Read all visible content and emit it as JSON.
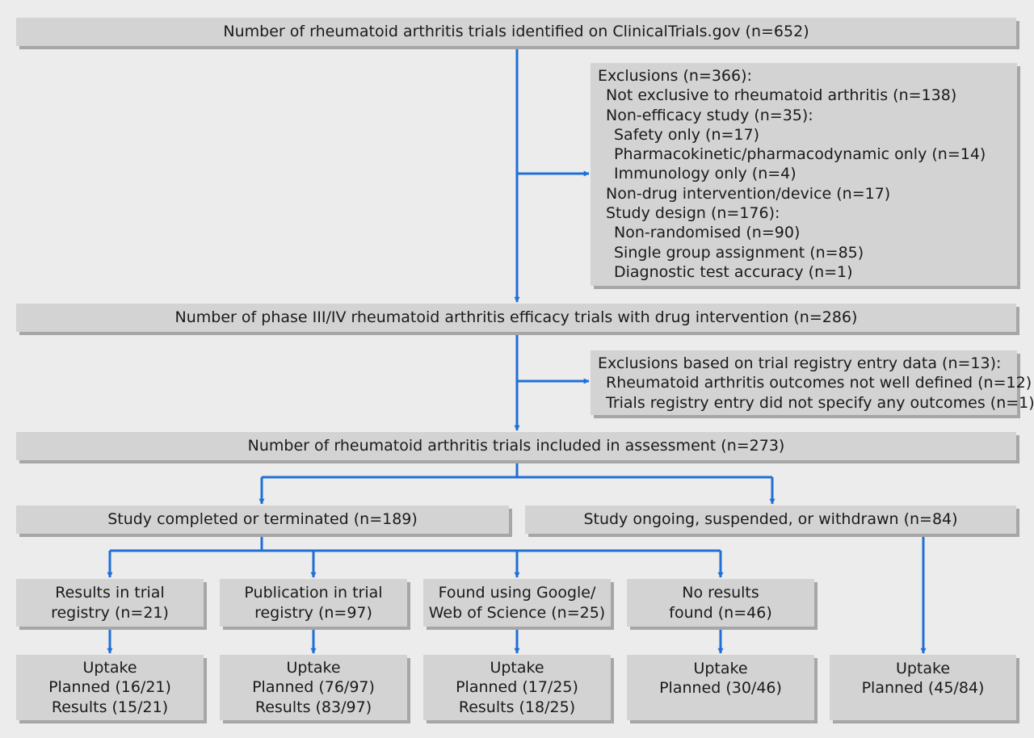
{
  "colors": {
    "background": "#ececec",
    "box": "#d3d3d3",
    "box_shadow": "#a6a6a6",
    "arrow": "#1f6fd6"
  },
  "top": "Number of rheumatoid arthritis trials identified on ClinicalTrials.gov (n=652)",
  "exclusions1": {
    "lines": [
      "Exclusions (n=366):",
      "Not exclusive to rheumatoid arthritis (n=138)",
      "Non-efficacy study (n=35):",
      "Safety only (n=17)",
      "Pharmacokinetic/pharmacodynamic only (n=14)",
      "Immunology only (n=4)",
      "Non-drug intervention/device (n=17)",
      "Study design (n=176):",
      "Non-randomised (n=90)",
      "Single group assignment (n=85)",
      "Diagnostic test accuracy (n=1)"
    ]
  },
  "phase": "Number of phase III/IV rheumatoid arthritis efficacy trials with drug intervention (n=286)",
  "exclusions2": {
    "lines": [
      "Exclusions based on trial registry entry data (n=13):",
      "Rheumatoid arthritis outcomes not well defined (n=12)",
      "Trials registry entry did not specify any outcomes (n=1)"
    ]
  },
  "included": "Number of rheumatoid arthritis trials included in assessment (n=273)",
  "completed": "Study completed or terminated (n=189)",
  "ongoing": "Study ongoing, suspended, or withdrawn (n=84)",
  "results": [
    {
      "line1": "Results in trial",
      "line2": "registry (n=21)"
    },
    {
      "line1": "Publication in trial",
      "line2": "registry (n=97)"
    },
    {
      "line1": "Found using Google/",
      "line2": "Web of Science (n=25)"
    },
    {
      "line1": "No results",
      "line2": "found (n=46)"
    }
  ],
  "uptake": [
    {
      "title": "Uptake",
      "planned": "Planned (16/21)",
      "results": "Results (15/21)"
    },
    {
      "title": "Uptake",
      "planned": "Planned (76/97)",
      "results": "Results (83/97)"
    },
    {
      "title": "Uptake",
      "planned": "Planned (17/25)",
      "results": "Results (18/25)"
    },
    {
      "title": "Uptake",
      "planned": "Planned (30/46)"
    },
    {
      "title": "Uptake",
      "planned": "Planned (45/84)"
    }
  ]
}
